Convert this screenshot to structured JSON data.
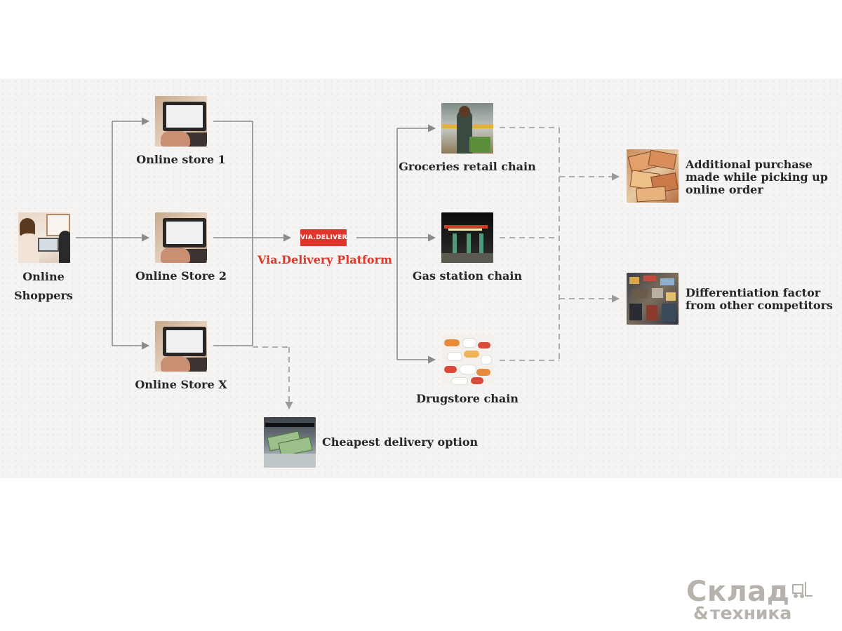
{
  "diagram": {
    "source": {
      "label": "Online Shoppers"
    },
    "stores": [
      {
        "label": "Online store 1"
      },
      {
        "label": "Online Store 2"
      },
      {
        "label": "Online Store X"
      }
    ],
    "platform": {
      "label": "Via.Delivery Platform",
      "logo_text": "VIA.DELIVERY",
      "color": "#e0352a"
    },
    "chains": [
      {
        "label": "Groceries retail chain"
      },
      {
        "label": "Gas station chain"
      },
      {
        "label": "Drugstore chain"
      }
    ],
    "benefits": [
      {
        "label": [
          "Additional purchase",
          "made while picking up",
          "online order"
        ]
      },
      {
        "label": [
          "Differentiation factor",
          "from other competitors"
        ]
      }
    ],
    "side_benefit": {
      "label": "Cheapest delivery option"
    },
    "colors": {
      "line": "#8a8a8a",
      "dashed": "#9a9a9a",
      "text": "#262626"
    }
  },
  "watermark": {
    "line1": "Склад",
    "line2": "техника",
    "amp": "&"
  }
}
